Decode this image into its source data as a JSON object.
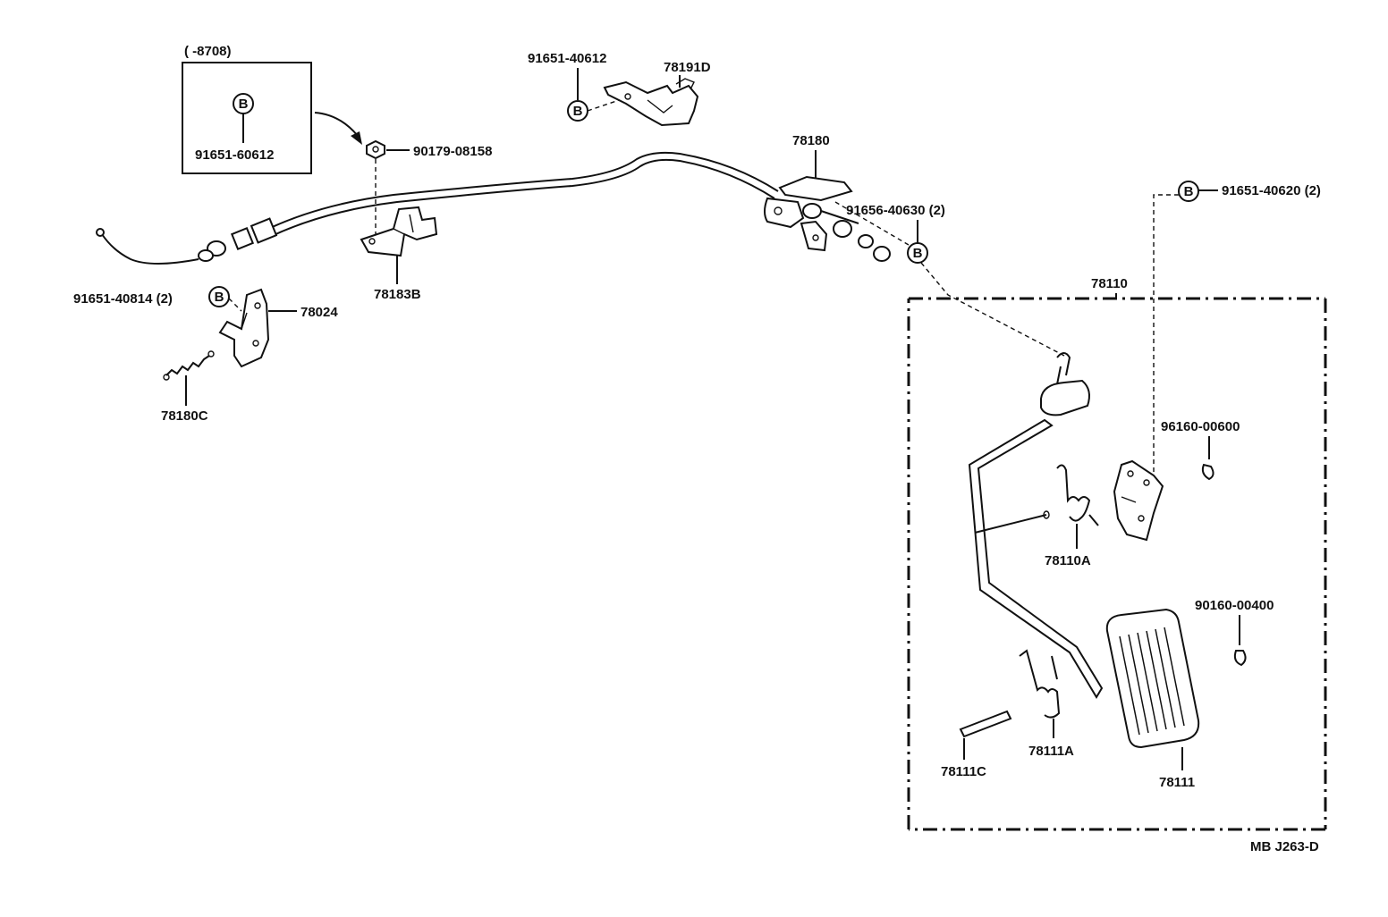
{
  "inset": {
    "range_label": "(    -8708)",
    "bolt_badge": "B",
    "part_no": "91651-60612"
  },
  "callouts": {
    "nut": "90179-08158",
    "bracket_78183b": "78183B",
    "bolt_top": "91651-40612",
    "bracket_78191d": "78191D",
    "bracket_78180": "78180",
    "bolt_91656": "91656-40630 (2)",
    "bolt_91651_40620": "91651-40620 (2)",
    "bolt_91651_40814": "91651-40814 (2)",
    "bracket_78024": "78024",
    "spring_78180c": "78180C",
    "pedal_assy": "78110",
    "spring_78110a": "78110A",
    "clip_96160": "96160-00600",
    "clip_90160": "90160-00400",
    "spring_78111a": "78111A",
    "pin_78111c": "78111C",
    "pad_78111": "78111",
    "diagram_code": "MB J263-D"
  },
  "badge_letter": "B"
}
